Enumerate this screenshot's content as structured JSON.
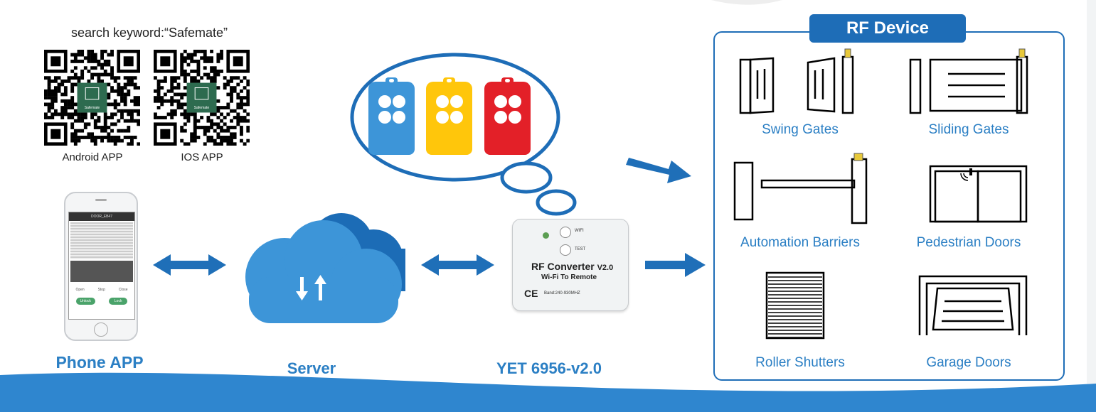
{
  "search_caption": "search keyword:“Safemate”",
  "qr_android_label": "Android APP",
  "qr_ios_label": "IOS APP",
  "qr_center_text": "Safemate",
  "phone": {
    "label": "Phone APP",
    "screen_title": "DOOR_EB47",
    "btn_open": "Open",
    "btn_stop": "Stop",
    "btn_close": "Close",
    "btn_unlock": "Unlock",
    "btn_lock": "Lock"
  },
  "server_label": "Server",
  "converter": {
    "label": "YET 6956-v2.0",
    "wifi": "WIFI",
    "test": "TEST",
    "title": "RF Converter",
    "version": "V2.0",
    "subtitle": "Wi-Fi To Remote",
    "band": "Band:240-930MHZ",
    "ce": "CE"
  },
  "rf_device": {
    "title": "RF Device",
    "items": [
      "Swing Gates",
      "Sliding Gates",
      "Automation Barriers",
      "Pedestrian Doors",
      "Roller Shutters",
      "Garage Doors"
    ]
  },
  "colors": {
    "accent_blue": "#2b7fc4",
    "dark_blue": "#1e6db7",
    "remote_blue": "#3d95d8",
    "remote_yellow": "#ffc60b",
    "remote_red": "#e32028"
  }
}
